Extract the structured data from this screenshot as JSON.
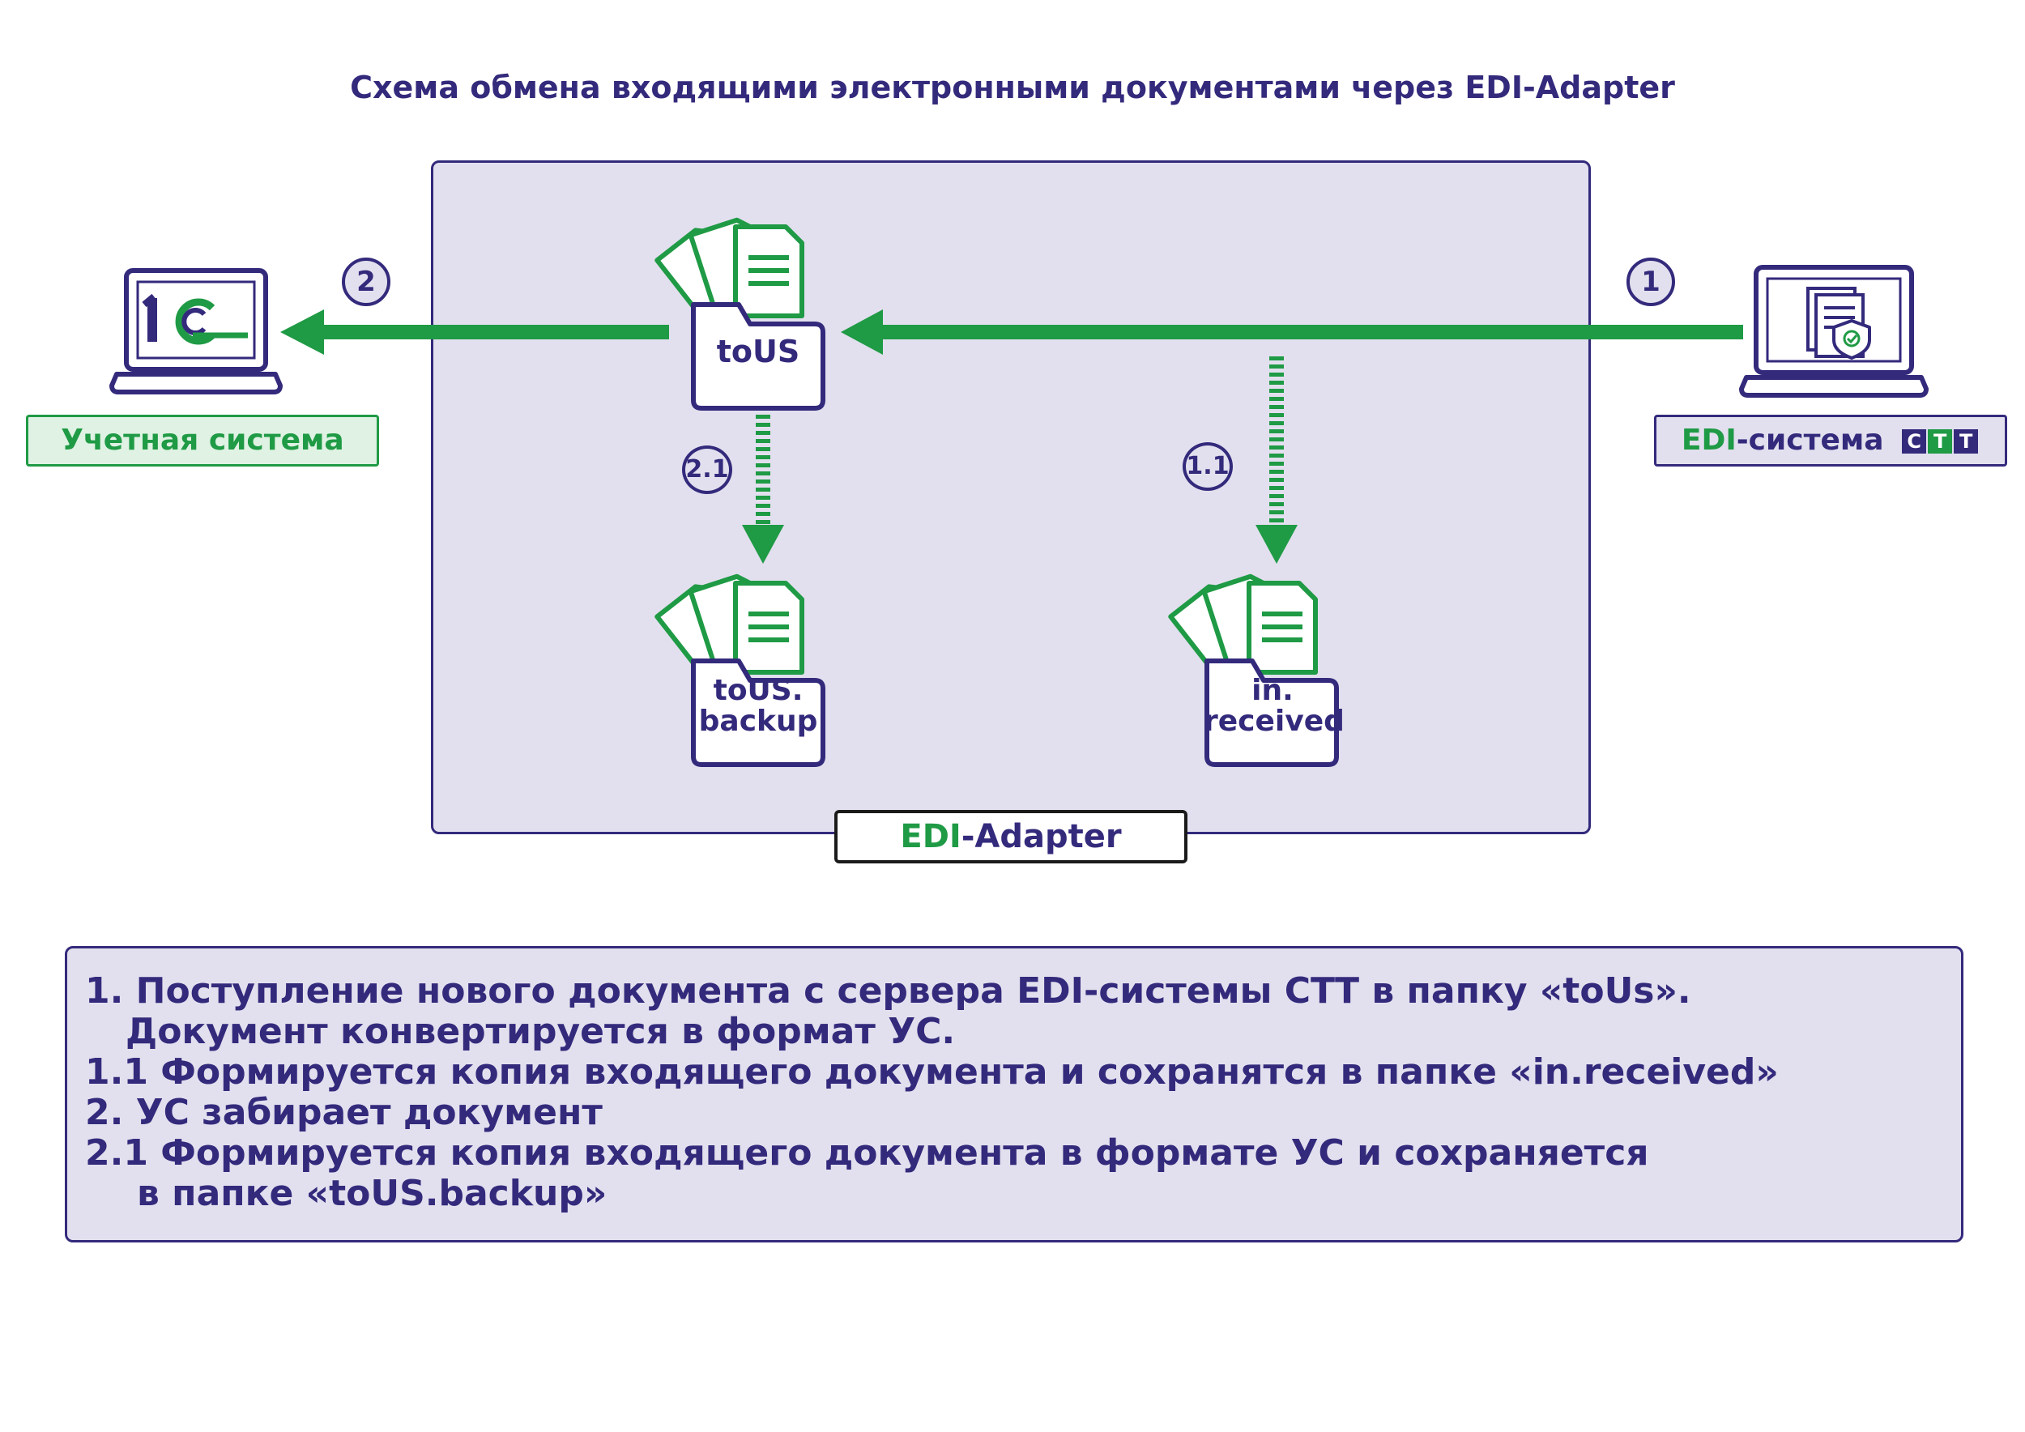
{
  "title": "Схема обмена входящими электронными документами через EDI-Adapter",
  "adapter": {
    "label_prefix": "EDI",
    "label_suffix": "-Adapter"
  },
  "accounting_system": {
    "label": "Учетная система",
    "logo_text": "1С"
  },
  "edi_system": {
    "label_prefix": "EDI",
    "label_suffix": "-система",
    "logo_letters": [
      "С",
      "Т",
      "Т"
    ]
  },
  "steps": {
    "s1": "1",
    "s2": "2",
    "s1_1": "1.1",
    "s2_1": "2.1"
  },
  "folders": {
    "tous": {
      "line1": "toUS"
    },
    "tous_backup": {
      "line1": "toUS.",
      "line2": "backup"
    },
    "in_received": {
      "line1": "in.",
      "line2": "received"
    }
  },
  "notes": [
    "1. Поступление нового документа с сервера EDI-системы СТТ в папку «toUs».",
    "   Документ конвертируется в формат УС.",
    "1.1 Формируется копия входящего документа и сохранятся в папке «in.received»",
    "2. УС забирает документ",
    "2.1 Формируется копия входящего документа в формате УС и сохраняется",
    "    в папке «toUS.backup»"
  ],
  "colors": {
    "navy": "#332a7c",
    "green": "#1f9a45",
    "panel": "#e2e0ee",
    "accounting_label_bg": "#dff2e3"
  },
  "icons": {
    "laptop_left": "laptop-1c-icon",
    "laptop_right": "laptop-document-shield-icon",
    "folder": "folder-with-documents-icon"
  }
}
